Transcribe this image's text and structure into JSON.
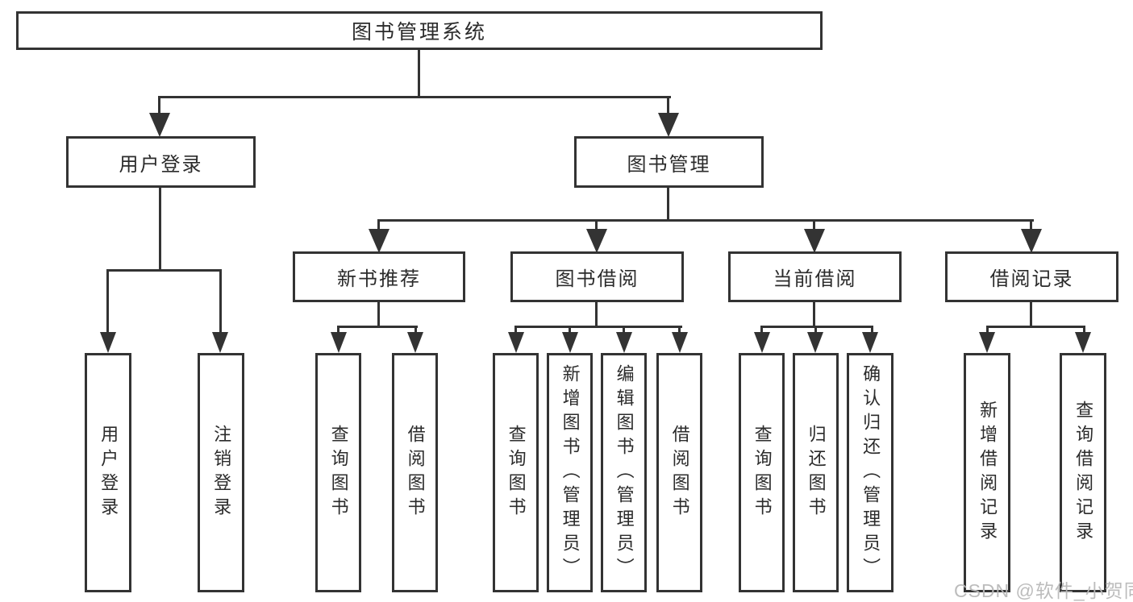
{
  "diagram": {
    "title_note": "functional structure tree",
    "root": {
      "label": "图书管理系统"
    },
    "level2": [
      {
        "label": "用户登录",
        "children": [
          {
            "label": "用户登录"
          },
          {
            "label": "注销登录"
          }
        ]
      },
      {
        "label": "图书管理"
      }
    ],
    "level3": [
      {
        "label": "新书推荐",
        "children": [
          {
            "label": "查询图书"
          },
          {
            "label": "借阅图书"
          }
        ]
      },
      {
        "label": "图书借阅",
        "children": [
          {
            "label": "查询图书"
          },
          {
            "label": "新增图书（管理员）"
          },
          {
            "label": "编辑图书（管理员）"
          },
          {
            "label": "借阅图书"
          }
        ]
      },
      {
        "label": "当前借阅",
        "children": [
          {
            "label": "查询图书"
          },
          {
            "label": "归还图书"
          },
          {
            "label": "确认归还（管理员）"
          }
        ]
      },
      {
        "label": "借阅记录",
        "children": [
          {
            "label": "新增借阅记录"
          },
          {
            "label": "查询借阅记录"
          }
        ]
      }
    ],
    "watermark": "CSDN @软件_小贺同学",
    "colors": {
      "line": "#333333",
      "text": "#2b2b2b",
      "watermark": "#b8b8b8",
      "background": "#ffffff"
    }
  }
}
